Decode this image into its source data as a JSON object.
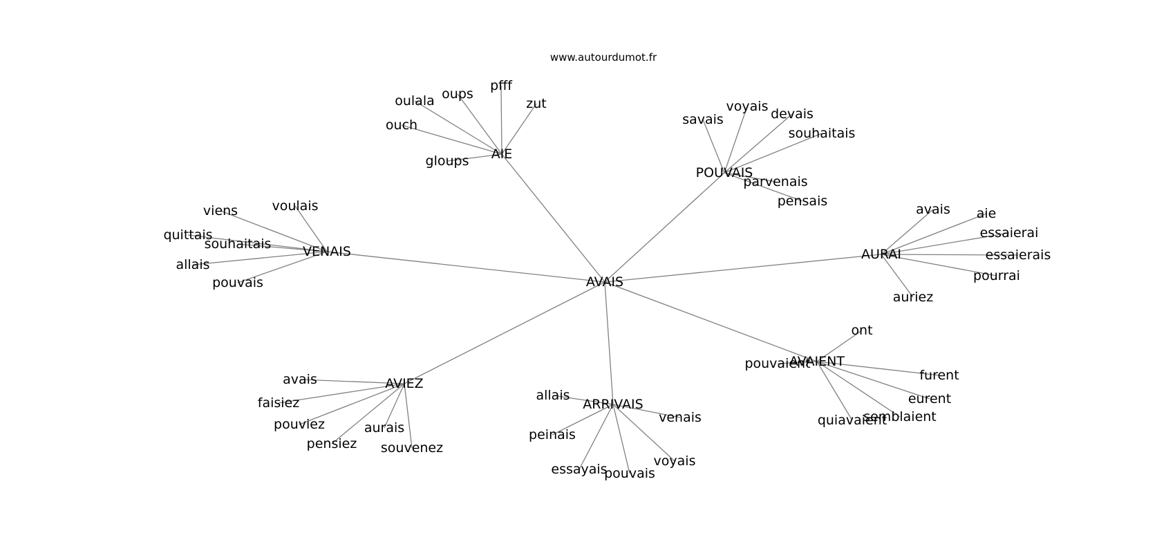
{
  "header": {
    "site": "www.autourdumot.fr"
  },
  "graph": {
    "center": {
      "id": "avais",
      "label": "AVAIS"
    },
    "clusters": [
      {
        "id": "aie",
        "label": "AIE",
        "children": [
          "zut",
          "pfff",
          "oups",
          "oulala",
          "ouch",
          "gloups"
        ]
      },
      {
        "id": "pouvais",
        "label": "POUVAIS",
        "children": [
          "savais",
          "voyais",
          "devais",
          "souhaitais",
          "parvenais",
          "pensais"
        ]
      },
      {
        "id": "venais",
        "label": "VENAIS",
        "children": [
          "voulais",
          "viens",
          "quittais",
          "souhaitais",
          "allais",
          "pouvais"
        ]
      },
      {
        "id": "aurai",
        "label": "AURAI",
        "children": [
          "avais",
          "aie",
          "essaierai",
          "essaierais",
          "pourrai",
          "auriez"
        ]
      },
      {
        "id": "avaient",
        "label": "AVAIENT",
        "children": [
          "ont",
          "furent",
          "eurent",
          "semblaient",
          "quiavaient",
          "pouvaient"
        ]
      },
      {
        "id": "arrivais",
        "label": "ARRIVAIS",
        "children": [
          "allais",
          "venais",
          "peinais",
          "essayais",
          "pouvais",
          "voyais"
        ]
      },
      {
        "id": "aviez",
        "label": "AVIEZ",
        "children": [
          "avais",
          "faisiez",
          "pouviez",
          "pensiez",
          "aurais",
          "souvenez"
        ]
      }
    ]
  }
}
